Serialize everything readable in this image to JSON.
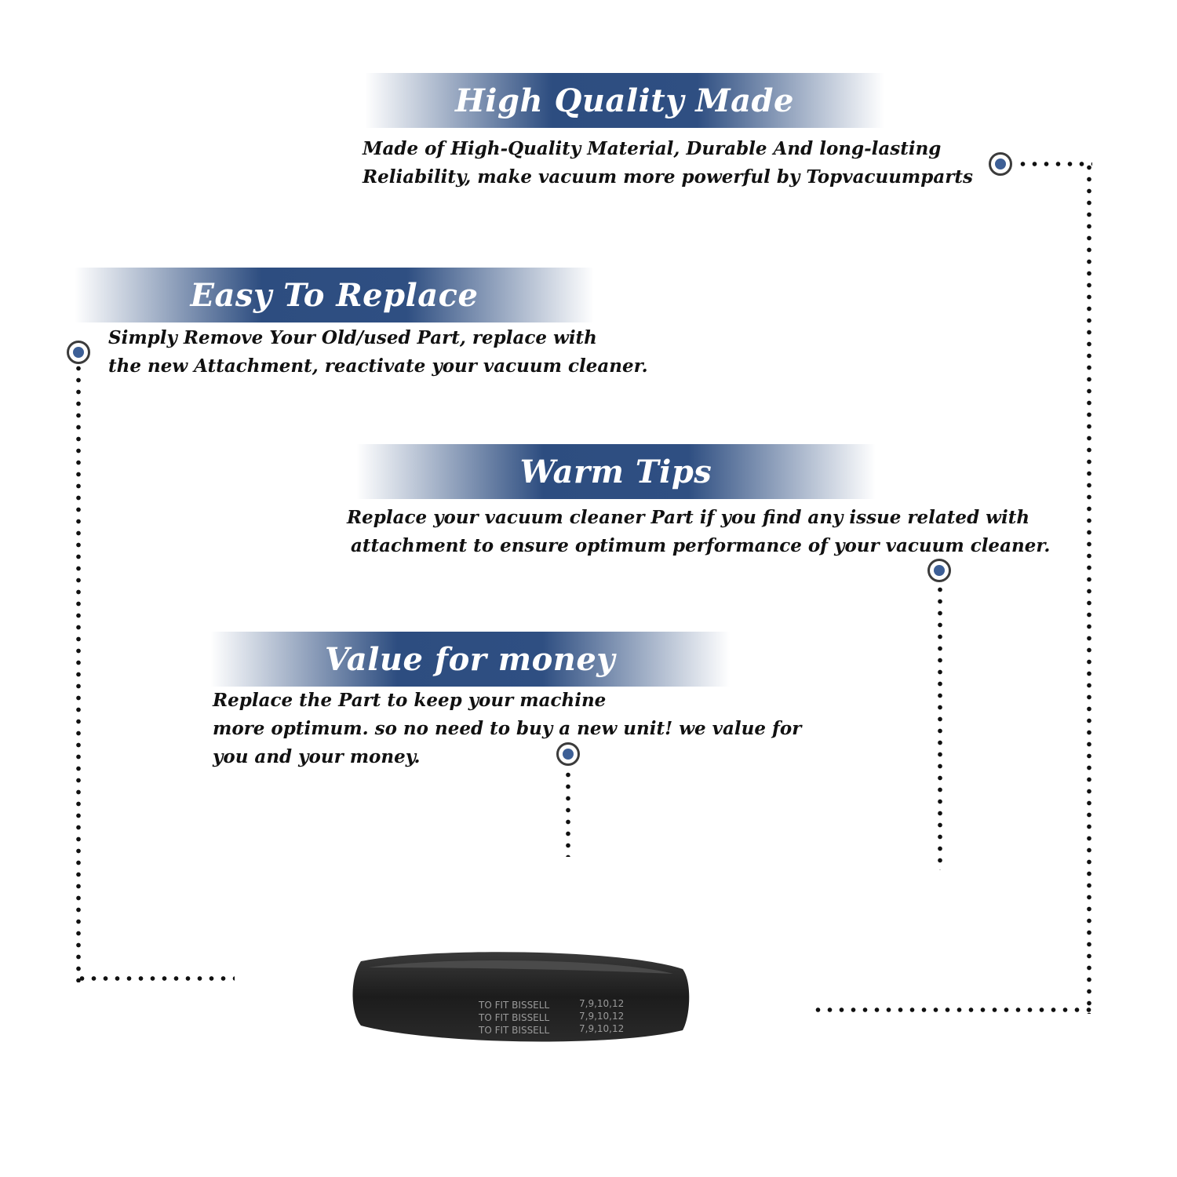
{
  "sections": [
    {
      "title": "High Quality Made",
      "lines": [
        "Made of  High-Quality Material, Durable And long-lasting",
        "Reliability, make vacuum more powerful by Topvacuumparts"
      ]
    },
    {
      "title": "Easy To Replace",
      "lines": [
        "Simply Remove Your Old/used Part, replace with",
        "the new Attachment, reactivate your vacuum cleaner."
      ]
    },
    {
      "title": "Warm Tips",
      "lines": [
        "Replace your vacuum cleaner Part if you find any issue related with",
        "attachment to ensure optimum performance of your vacuum cleaner."
      ]
    },
    {
      "title": "Value for money",
      "lines": [
        "Replace the Part to keep your machine",
        "more optimum. so no need to buy a new unit! we value for",
        "you and your money."
      ]
    }
  ],
  "product": {
    "belt_print_lines": [
      {
        "brand": "TO FIT  BISSELL",
        "models": "7,9,10,12"
      },
      {
        "brand": "TO FIT  BISSELL",
        "models": "7,9,10,12"
      },
      {
        "brand": "TO FIT  BISSELL",
        "models": "7,9,10,12"
      }
    ]
  },
  "colors": {
    "banner": "#2d4d80",
    "marker_fill": "#3d5f96",
    "text": "#111111"
  }
}
